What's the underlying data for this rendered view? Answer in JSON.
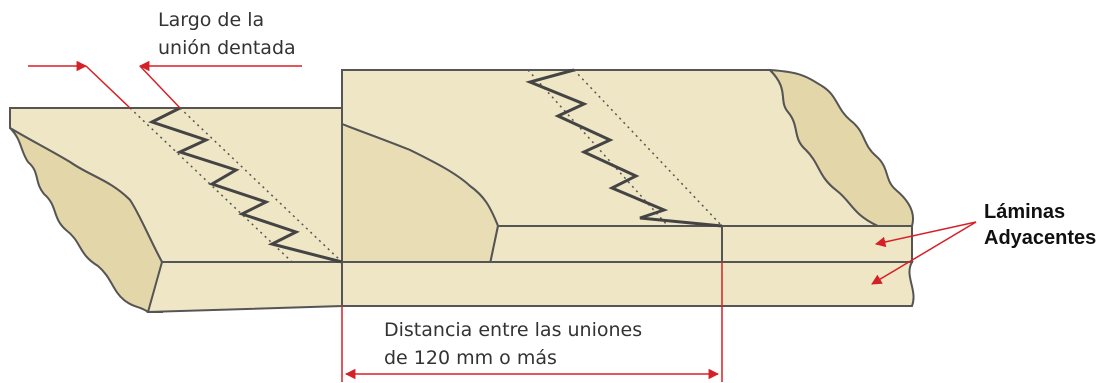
{
  "labels": {
    "joint_length": [
      "Largo de la",
      "unión dentada"
    ],
    "adjacent_laminas": [
      "Láminas",
      "Adyacentes"
    ],
    "joint_distance": [
      "Distancia entre las uniones",
      "de 120 mm o más"
    ]
  },
  "colors": {
    "wood": "#efe6c6",
    "outline": "#555555",
    "finger": "#444444",
    "arrow": "#d62027",
    "text": "#333333"
  }
}
